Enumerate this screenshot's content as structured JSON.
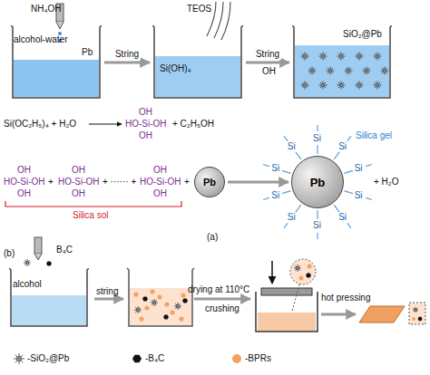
{
  "diagram": {
    "nodes": [
      {
        "text": [
          "alcohol-water",
          "Pb"
        ]
      },
      {
        "text": [
          "Si(OH)₄"
        ]
      },
      {
        "text": [
          "SiO₂@Pb"
        ]
      },
      {
        "text": [
          "Pb"
        ]
      },
      {
        "text": [
          "Pb"
        ]
      },
      {
        "text": [
          "alcohol"
        ]
      }
    ],
    "edges": [
      {
        "from": 0,
        "to": 1,
        "label": "String",
        "arrow": "to"
      },
      {
        "from": 1,
        "to": 2,
        "label": "String",
        "arrow": "to"
      },
      {
        "from": 3,
        "to": 4,
        "arrow": "to"
      }
    ],
    "labels": [
      "NH₄OH",
      "TEOS",
      "OH",
      "Si(OC₂H₅)₄ + H₂O",
      "OH",
      "HO-Si-OH",
      "OH",
      "+ C₂H₅OH",
      "OH",
      "HO-Si-OH",
      "OH",
      "+",
      "OH",
      "HO-Si-OH",
      "OH",
      "+ ······ +",
      "OH",
      "HO-Si-OH",
      "OH",
      "Silica sol",
      "+",
      "Silica gel",
      "Si",
      "Si",
      "Si",
      "Si",
      "Si",
      "Si",
      "Si",
      "Si",
      "Si",
      "Si",
      "+ H₂O",
      "(a)",
      "(b)",
      "B₄C",
      "string",
      "drying at 110°C",
      "crushing",
      "hot pressing"
    ],
    "legend": [
      {
        "text": "-SiO₂@Pb"
      },
      {
        "text": "-B₄C"
      },
      {
        "text": "-BPRs",
        "color": "#f4a261"
      }
    ]
  }
}
